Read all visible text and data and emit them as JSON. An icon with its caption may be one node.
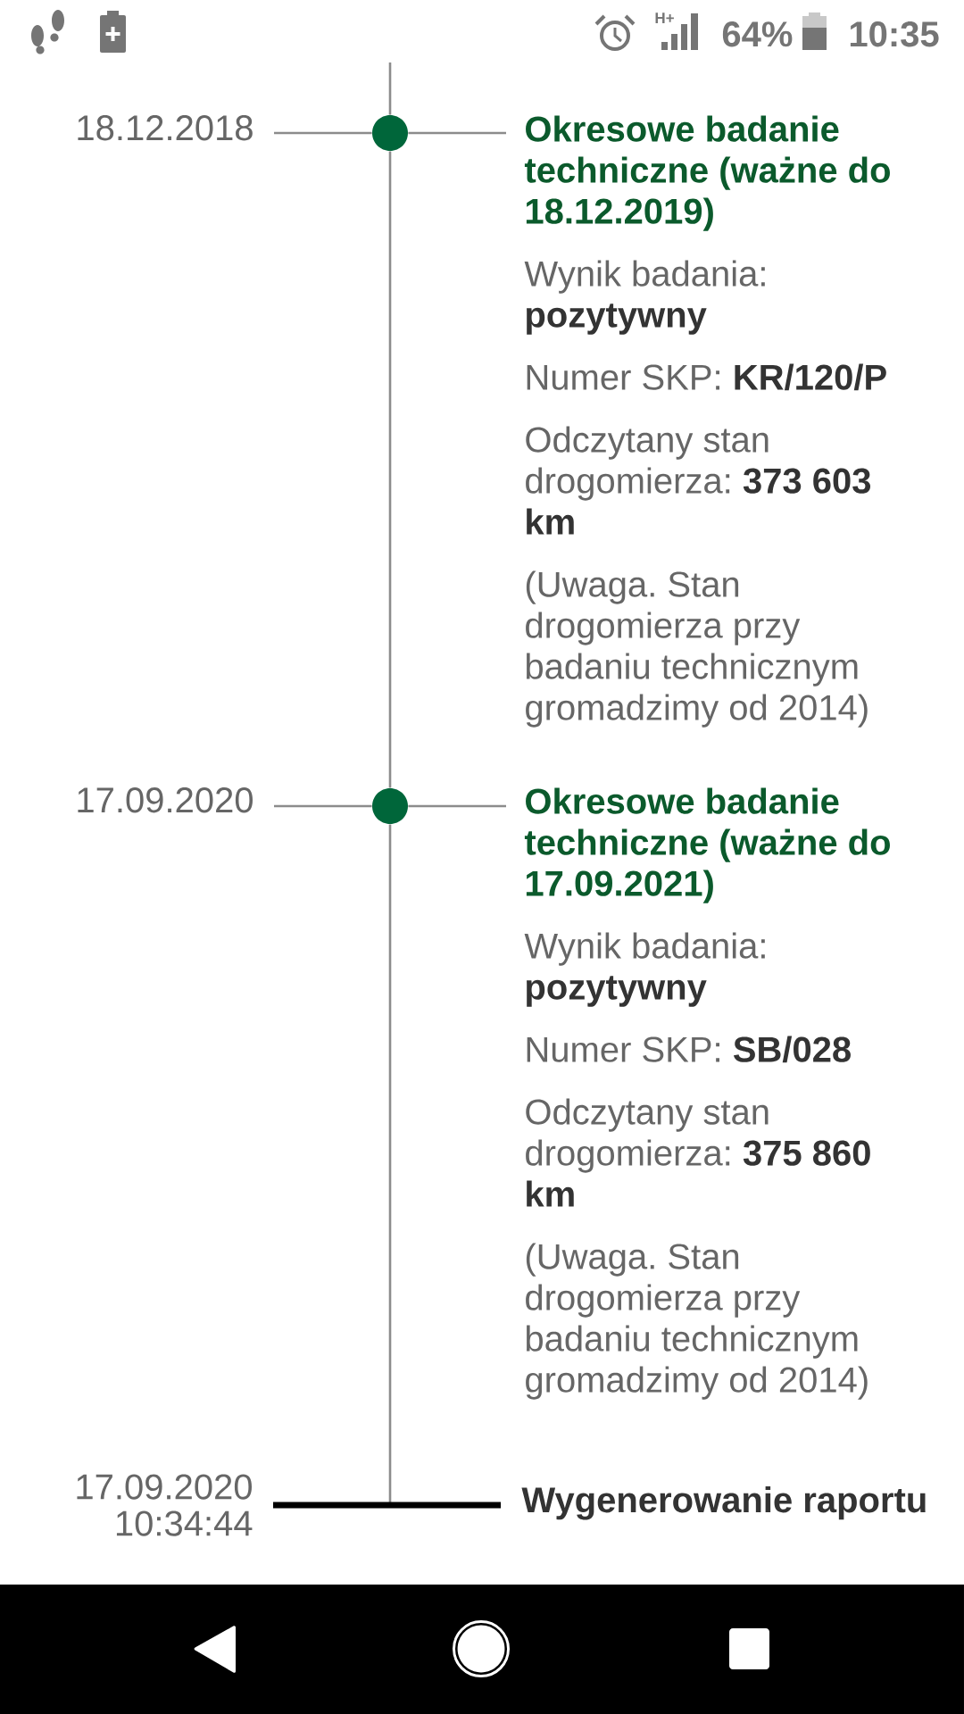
{
  "diagram": {
    "nodes": [
      {
        "text": [
          "18.12.2018"
        ]
      },
      {
        "text": [],
        "shape": "circle"
      },
      {
        "text": [
          "Okresowe badanie techniczne (ważne do 18.12.2019)",
          "Wynik badania: **pozytywny**",
          "Numer SKP: **KR/120/P**",
          "Odczytany stan drogomierza: **373 603 km**",
          "(Uwaga. Stan drogomierza przy badaniu technicznym gromadzimy od 2014)"
        ]
      },
      {
        "text": [
          "17.09.2020"
        ]
      },
      {
        "text": [],
        "shape": "circle"
      },
      {
        "text": [
          "Okresowe badanie techniczne (ważne do 17.09.2021)",
          "Wynik badania: **pozytywny**",
          "Numer SKP: **SB/028**",
          "Odczytany stan drogomierza: **375 860 km**",
          "(Uwaga. Stan drogomierza przy badaniu technicznym gromadzimy od 2014)"
        ]
      },
      {
        "text": [
          "17.09.2020 10:34:44"
        ]
      },
      {
        "text": [
          "Wygenerowanie raportu"
        ]
      }
    ],
    "edges": [
      {
        "from": null,
        "to": 1,
        "arrow": "none"
      },
      {
        "from": 0,
        "to": 1,
        "arrow": "none"
      },
      {
        "from": 1,
        "to": 2,
        "arrow": "none"
      },
      {
        "from": 1,
        "to": 4,
        "arrow": "none"
      },
      {
        "from": 3,
        "to": 4,
        "arrow": "none"
      },
      {
        "from": 4,
        "to": 5,
        "arrow": "none"
      },
      {
        "from": 4,
        "to": null,
        "arrow": "none"
      },
      {
        "from": 6,
        "to": 7,
        "arrow": "none",
        "style": "thick",
        "color": "#000000"
      }
    ],
    "labels": [
      "H+",
      "64%",
      "10:35"
    ]
  }
}
